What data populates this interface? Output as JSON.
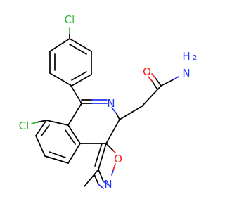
{
  "molecule": {
    "atoms": {
      "cl_top": "Cl",
      "cl_left": "Cl",
      "n_ring": "N",
      "n_isoxazole": "N",
      "o_isoxazole": "O",
      "o_carbonyl": "O",
      "n_amide": "N",
      "h_amide": "H",
      "h_amide_sub": "2"
    },
    "colors": {
      "chlorine": "#2fb52f",
      "nitrogen": "#2233ff",
      "oxygen": "#ff1a1a",
      "carbon": "#000000"
    }
  }
}
